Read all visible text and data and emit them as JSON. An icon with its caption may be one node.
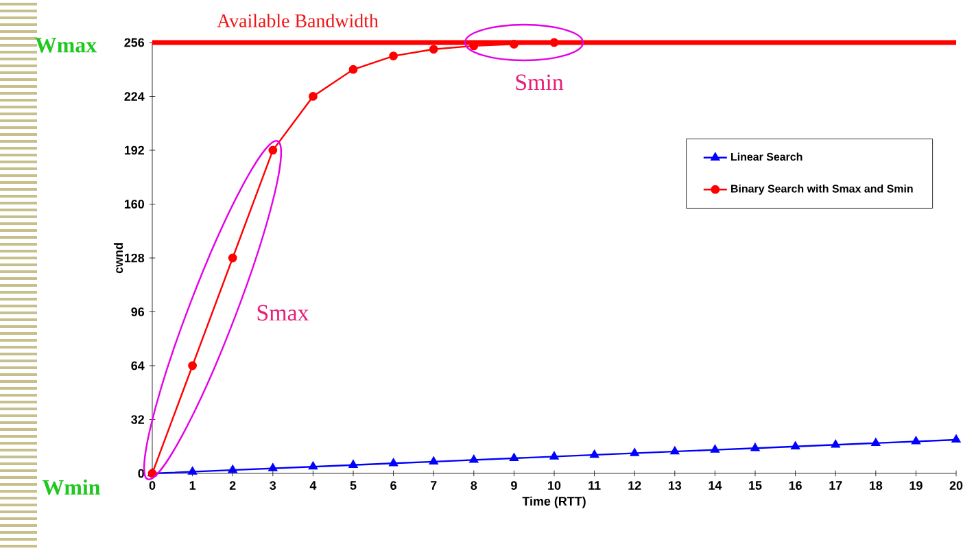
{
  "diagram": {
    "labels": [
      "Available Bandwidth",
      "Wmax",
      "Smin",
      "Smax",
      "Wmin"
    ],
    "chart_data": {
      "type": "line",
      "xlabel": "Time (RTT)",
      "ylabel": "cwnd",
      "x": [
        0,
        1,
        2,
        3,
        4,
        5,
        6,
        7,
        8,
        9,
        10,
        11,
        12,
        13,
        14,
        15,
        16,
        17,
        18,
        19,
        20
      ],
      "series": [
        {
          "name": "Linear Search",
          "color": "#0000ff",
          "marker": "triangle",
          "values": [
            0,
            1,
            2,
            3,
            4,
            5,
            6,
            7,
            8,
            9,
            10,
            11,
            12,
            13,
            14,
            15,
            16,
            17,
            18,
            19,
            20
          ]
        },
        {
          "name": "Binary Search with Smax and Smin",
          "color": "#ff0000",
          "marker": "circle",
          "values": [
            0,
            64,
            128,
            192,
            224,
            240,
            248,
            252,
            254,
            255,
            256,
            null,
            null,
            null,
            null,
            null,
            null,
            null,
            null,
            null,
            null
          ]
        },
        {
          "color": "#ff0000",
          "marker": "none",
          "values": [
            256,
            256,
            256,
            256,
            256,
            256,
            256,
            256,
            256,
            256,
            256,
            256,
            256,
            256,
            256,
            256,
            256,
            256,
            256,
            256,
            256
          ]
        }
      ],
      "legend": true,
      "xlim": [
        0,
        20
      ],
      "ylim": [
        0,
        256
      ],
      "xticks": [
        0,
        1,
        2,
        3,
        4,
        5,
        6,
        7,
        8,
        9,
        10,
        11,
        12,
        13,
        14,
        15,
        16,
        17,
        18,
        19,
        20
      ],
      "yticks": [
        0,
        32,
        64,
        96,
        128,
        160,
        192,
        224,
        256
      ]
    }
  }
}
